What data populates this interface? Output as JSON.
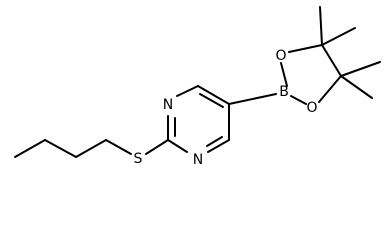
{
  "molecule": {
    "atoms": {
      "n_top": "N",
      "n_bottom": "N",
      "sulfur": "S",
      "boron": "B",
      "o_top": "O",
      "o_bottom": "O"
    }
  }
}
